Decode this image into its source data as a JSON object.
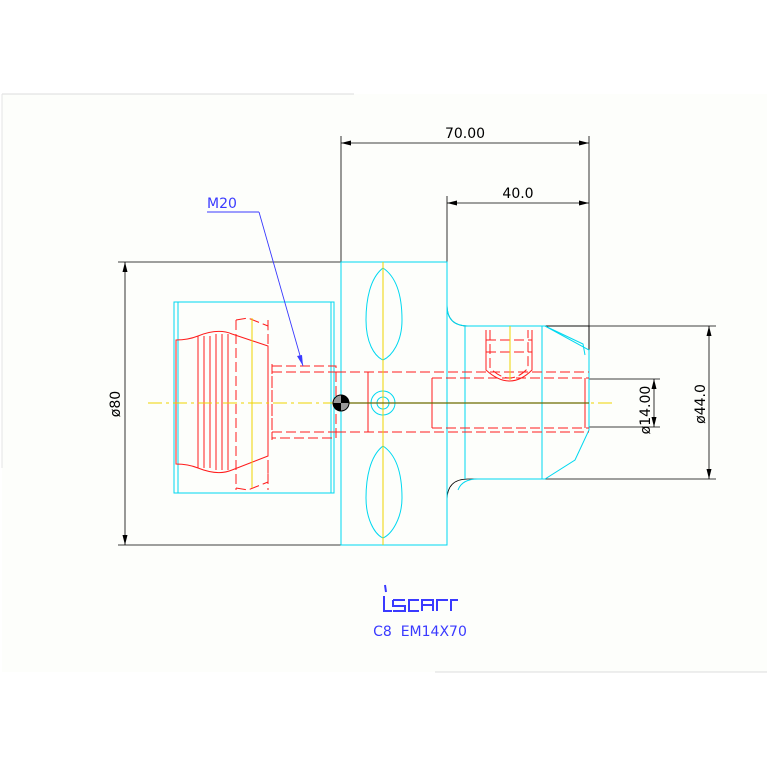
{
  "colors": {
    "cyan": "#00d8f0",
    "red": "#ff1c1c",
    "yellow": "#f0d400",
    "blue": "#3a3aff",
    "olive": "#6b6b00",
    "dimension": "#000000",
    "paper": "#fdfefb"
  },
  "dimensions": {
    "length_overall": "70.00",
    "length_shank": "40.0",
    "diameter_flange": "ø80",
    "diameter_bore": "ø14.00",
    "diameter_shank": "ø44.0"
  },
  "callout": {
    "thread": "M20"
  },
  "title_block": {
    "logo": "iscar",
    "part_number": "C8  EM14X70"
  }
}
